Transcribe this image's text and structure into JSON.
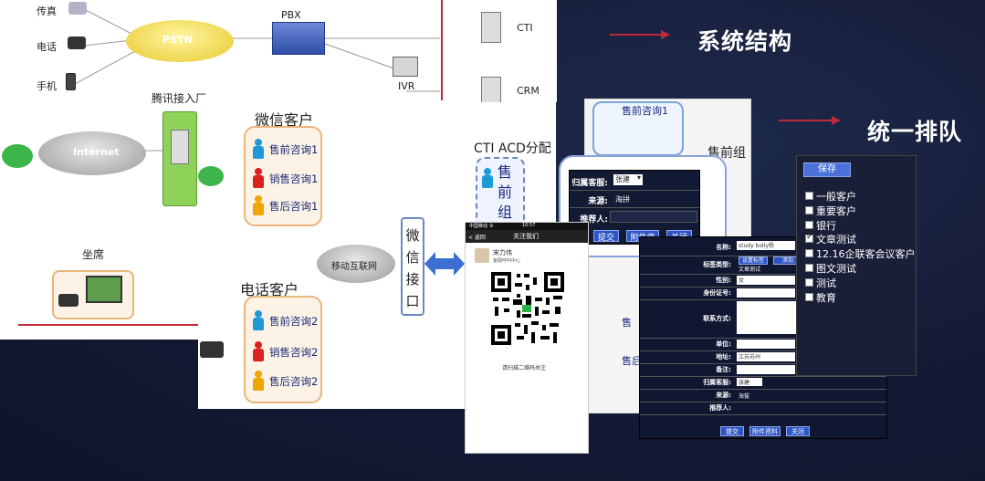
{
  "arrows": [
    {
      "label": "系统结构"
    },
    {
      "label": "统一排队"
    }
  ],
  "topology": {
    "fax": "传真",
    "phone": "电话",
    "mobile": "手机",
    "pstn": "PSTN",
    "pbx": "PBX",
    "ivr": "IVR",
    "cti": "CTI",
    "crm": "CRM",
    "internet": "Internet",
    "tencent": "腾讯接入厂",
    "seat": "坐席"
  },
  "routing": {
    "wechat_title": "微信客户",
    "wechat_items": [
      "售前咨询1",
      "销售咨询1",
      "售后咨询1"
    ],
    "phone_title": "电话客户",
    "phone_items": [
      "售前咨询2",
      "销售咨询2",
      "售后咨询2"
    ],
    "mobile_net": "移动互联网",
    "wechat_port": "微信接口",
    "acd": "CTI ACD分配",
    "acd_box": "售前组",
    "right_group_title": "售前组",
    "right_top_box": "售前咨询1",
    "right_mid_box_a": "售",
    "right_mid_box_b": "售后"
  },
  "phone_screen": {
    "status_left": "中国移动 令",
    "status_time": "10:57",
    "back": "< 返回",
    "title": "关注我们",
    "name": "宋力伟",
    "subtitle": "客服呼叫中心",
    "caption": "请扫描二维码关注"
  },
  "popup_form": {
    "labels": [
      "归属客服:",
      "来源:",
      "推荐人:"
    ],
    "select_value": "张建",
    "source_value": "海拼",
    "buttons": [
      "提交",
      "附件资料",
      "关闭"
    ]
  },
  "big_form": {
    "rows": [
      {
        "label": "名称:",
        "value": "study bolly杨"
      },
      {
        "label": "标签类型:",
        "value": "文章测试"
      },
      {
        "label": "性别:",
        "value": "女"
      },
      {
        "label": "身份证号:",
        "value": ""
      },
      {
        "label": "联系方式:",
        "value": ""
      },
      {
        "label": "单位:",
        "value": ""
      },
      {
        "label": "地址:",
        "value": "江苏苏州"
      },
      {
        "label": "备注:",
        "value": ""
      },
      {
        "label": "归属客服:",
        "value": "张建"
      },
      {
        "label": "来源:",
        "value": "海拔"
      },
      {
        "label": "推荐人:",
        "value": ""
      }
    ],
    "tag_buttons": [
      "设置标签",
      "添加"
    ],
    "buttons": [
      "提交",
      "附件资料",
      "关闭"
    ]
  },
  "checklist": {
    "save": "保存",
    "items": [
      {
        "label": "一般客户",
        "checked": false
      },
      {
        "label": "重要客户",
        "checked": false
      },
      {
        "label": "银行",
        "checked": false
      },
      {
        "label": "文章测试",
        "checked": true
      },
      {
        "label": "12.16企联客会议客户",
        "checked": false
      },
      {
        "label": "图文测试",
        "checked": false
      },
      {
        "label": "测试",
        "checked": false
      },
      {
        "label": "教育",
        "checked": false
      }
    ]
  },
  "colors": {
    "background": "#141a34",
    "accent_red": "#c0293b",
    "form_bg": "#131a33",
    "button_blue": "#2f55c5",
    "wechat_green": "#3cb54a"
  }
}
